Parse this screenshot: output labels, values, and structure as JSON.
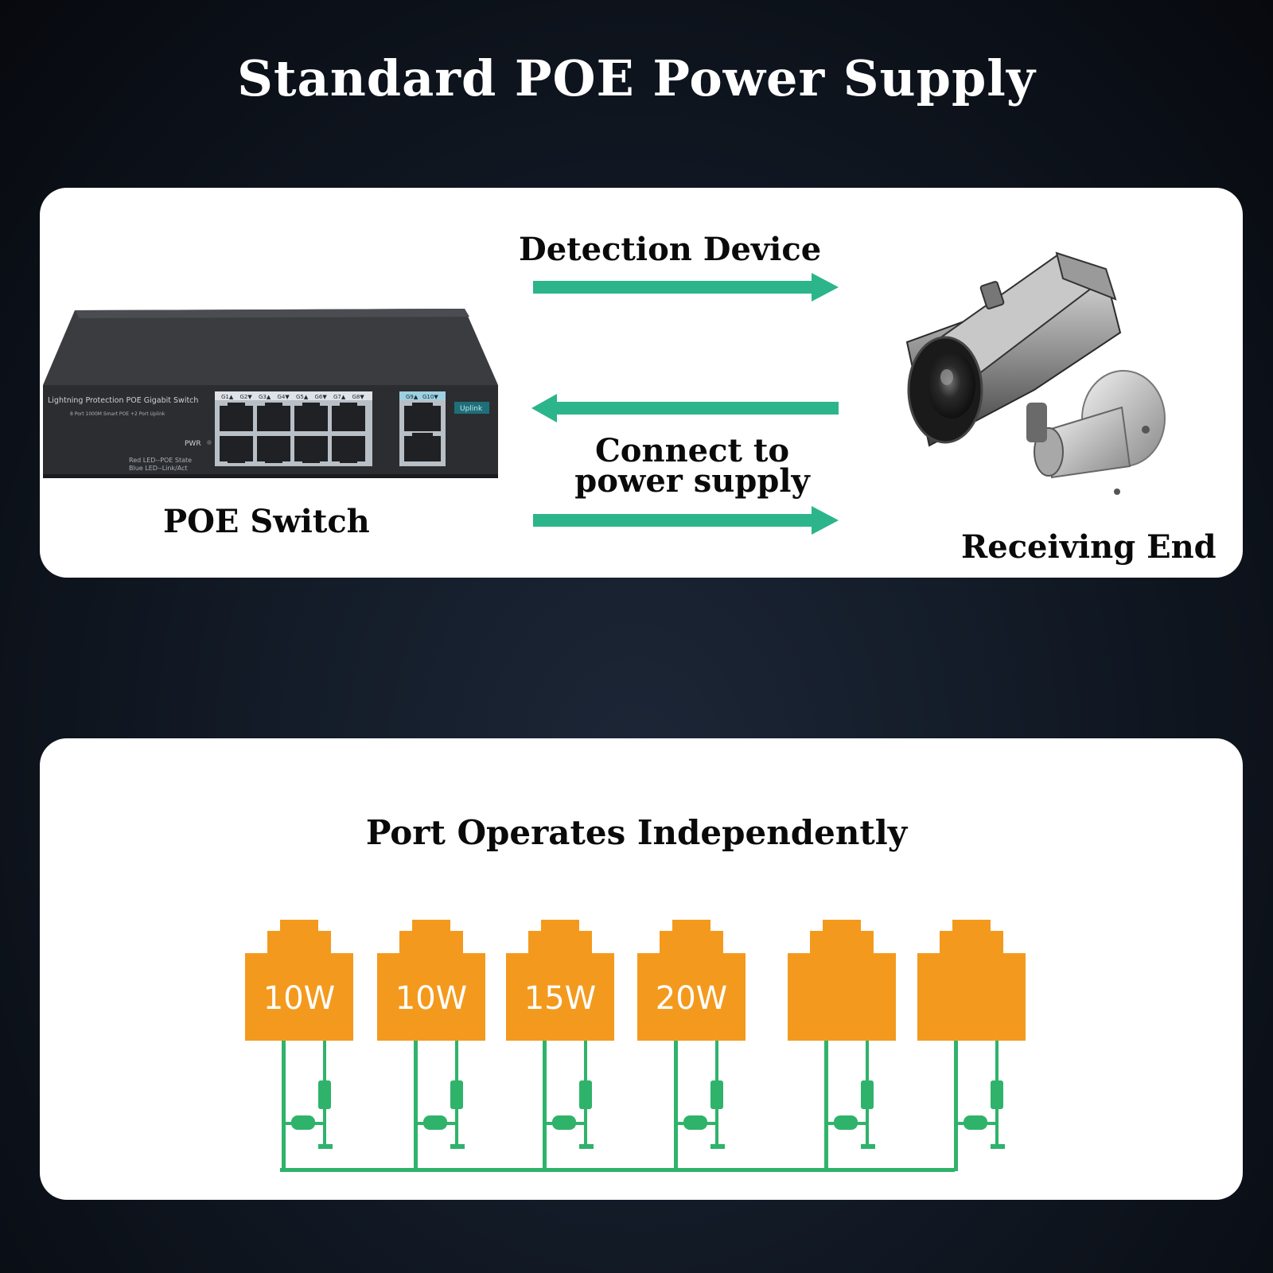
{
  "title": "Standard POE Power Supply",
  "top_panel": {
    "detection_label": "Detection Device",
    "connect_label_line1": "Connect to",
    "connect_label_line2": "power supply",
    "switch_label": "POE Switch",
    "receiving_label": "Receiving End",
    "switch_device": {
      "brand_text": "Lightning Protection POE Gigabit Switch",
      "sub_text": "8 Port 1000M Smart POE +2 Port Uplink",
      "pwr_text": "PWR",
      "led_legend_1": "Red LED--POE State",
      "led_legend_2": "Blue LED--Link/Act",
      "port_labels": [
        "G1▲",
        "G2▼",
        "G3▲",
        "G4▼",
        "G5▲",
        "G6▼",
        "G7▲",
        "G8▼"
      ],
      "uplink_labels": [
        "G9▲",
        "G10▼"
      ],
      "uplink_text": "Uplink"
    },
    "colors": {
      "arrow": "#2cb58a",
      "switch_body": "#2b2d31"
    }
  },
  "bottom_panel": {
    "heading": "Port Operates Independently",
    "ports": [
      {
        "power": "10W"
      },
      {
        "power": "10W"
      },
      {
        "power": "15W"
      },
      {
        "power": "20W"
      },
      {
        "power": ""
      },
      {
        "power": ""
      }
    ],
    "colors": {
      "port": "#f39a1e",
      "circuit": "#2fb36a"
    }
  }
}
